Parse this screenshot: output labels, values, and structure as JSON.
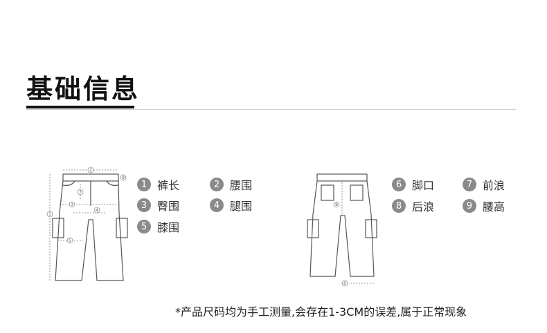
{
  "header": {
    "title": "基础信息"
  },
  "legend_front": [
    {
      "num": "1",
      "label": "裤长"
    },
    {
      "num": "2",
      "label": "腰围"
    },
    {
      "num": "3",
      "label": "臀围"
    },
    {
      "num": "4",
      "label": "腿围"
    },
    {
      "num": "5",
      "label": "膝围"
    }
  ],
  "legend_back": [
    {
      "num": "6",
      "label": "脚口"
    },
    {
      "num": "7",
      "label": "前浪"
    },
    {
      "num": "8",
      "label": "后浪"
    },
    {
      "num": "9",
      "label": "腰高"
    }
  ],
  "diagram_marks": {
    "front": [
      "1",
      "2",
      "3",
      "4",
      "5",
      "7",
      "9"
    ],
    "back": [
      "6",
      "8"
    ]
  },
  "footer": {
    "note": "*产品尺码均为手工测量,会存在1-3CM的误差,属于正常现象"
  }
}
